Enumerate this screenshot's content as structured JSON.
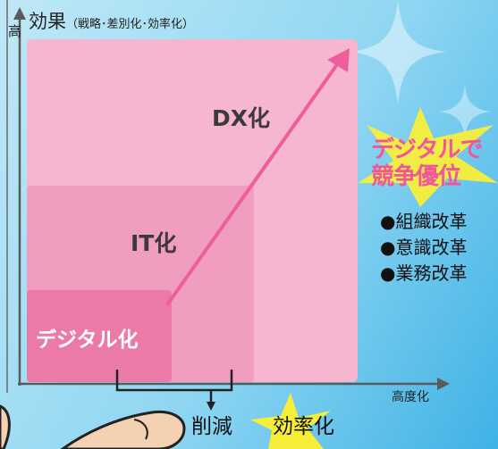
{
  "axes": {
    "y_high_label": "高",
    "y_title": "効果",
    "y_subtitle": "（戦略･差別化･効率化）",
    "x_title": "高度化"
  },
  "stages": [
    {
      "label": "デジタル化"
    },
    {
      "label": "IT化"
    },
    {
      "label": "DX化"
    }
  ],
  "callout": {
    "line1": "デジタルで",
    "line2": "競争優位",
    "bullets": [
      "●組織改革",
      "●意識改革",
      "●業務改革"
    ]
  },
  "bottom": {
    "reduction": "削減",
    "efficiency": "効率化"
  },
  "colors": {
    "background_light": "#bfe8f7",
    "background_dark": "#3fb2e6",
    "box_dx": "#f6b6cf",
    "box_it": "#f19dbf",
    "box_digital": "#ec7aa9",
    "arrow": "#ee5e9c",
    "callout_text": "#f0569a",
    "star": "#f7ee3a",
    "axis": "#5a5a5a"
  }
}
